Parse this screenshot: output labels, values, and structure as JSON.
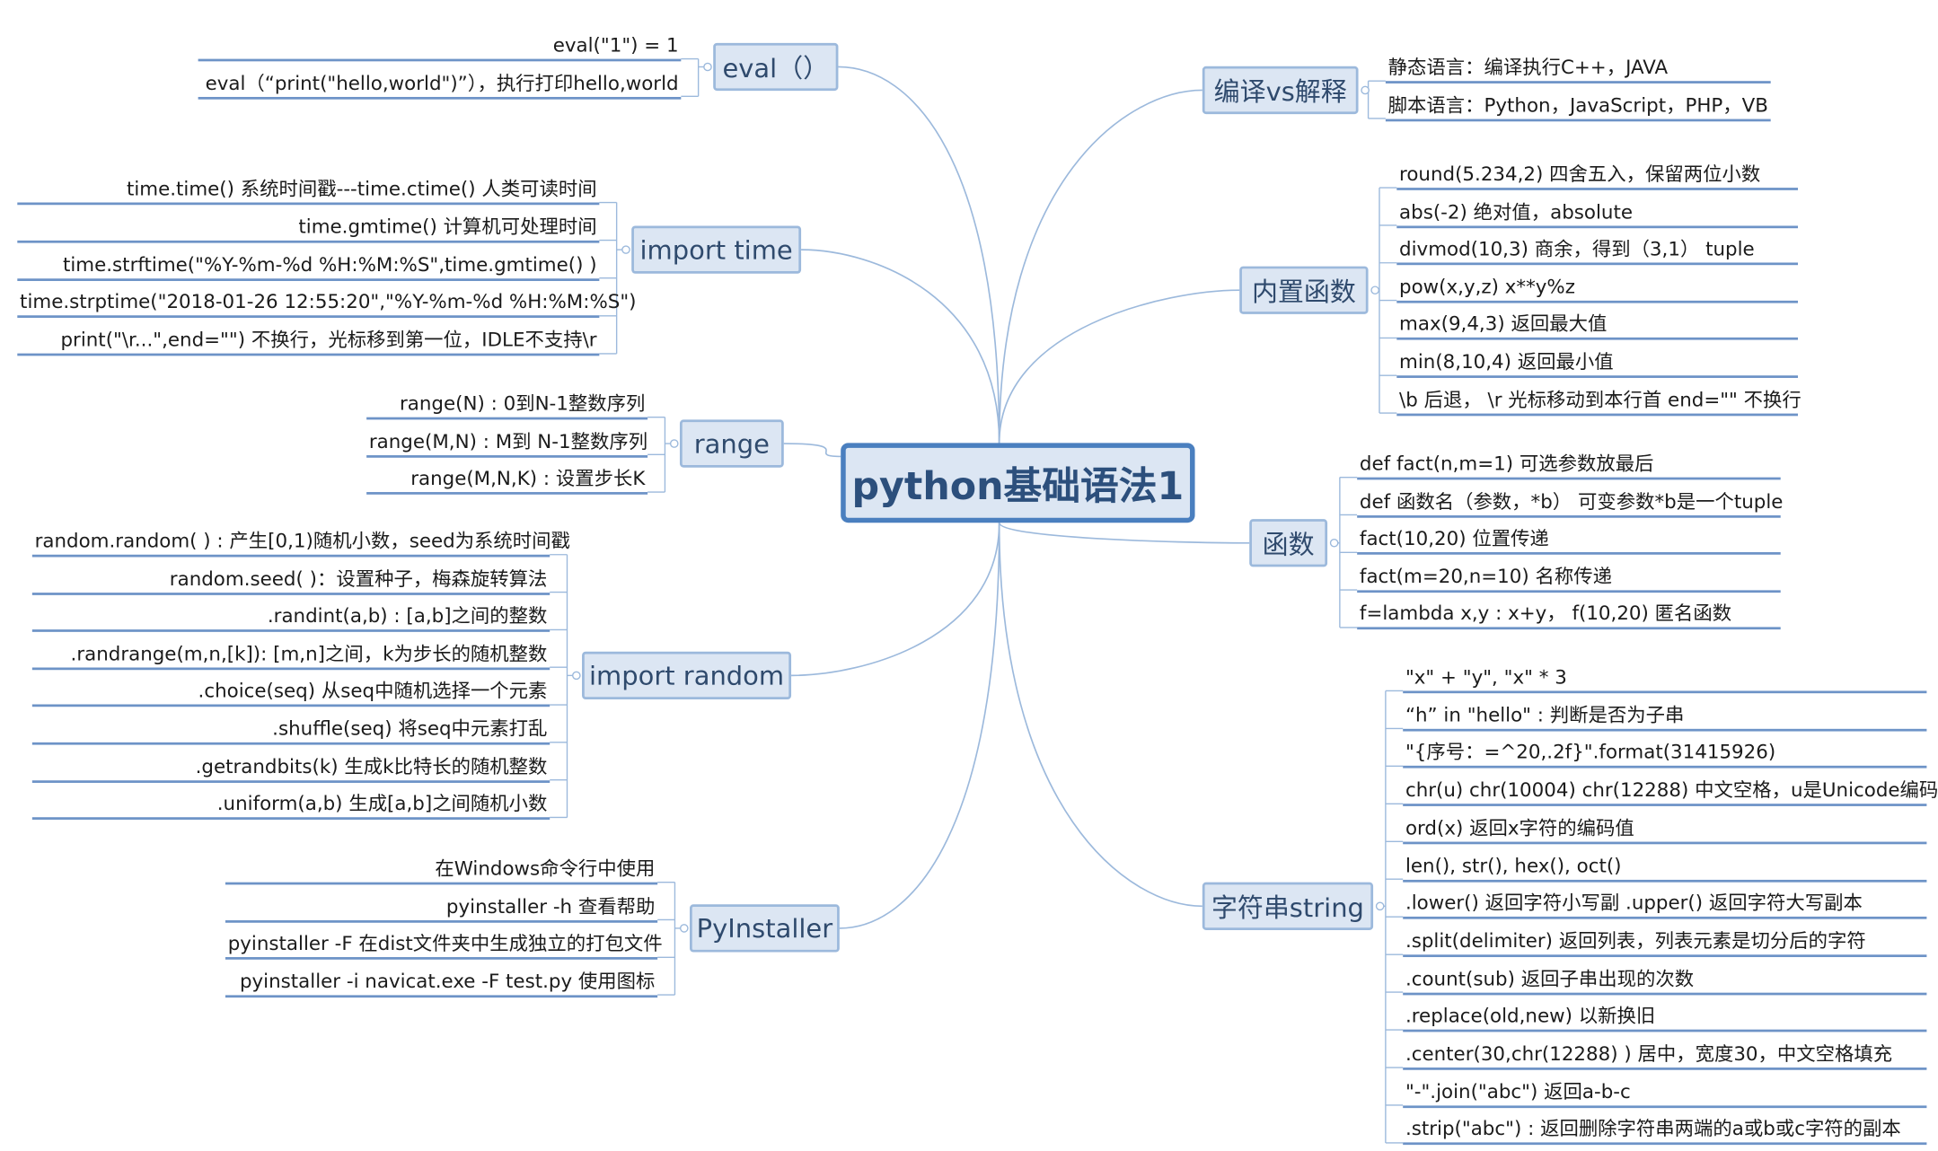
{
  "root": {
    "label": "python基础语法1"
  },
  "branches": {
    "eval": {
      "label": "eval（）",
      "items": [
        "eval(\"1\")  = 1",
        "eval（“print(\"hello,world\")”），执行打印hello,world"
      ]
    },
    "time": {
      "label": "import time",
      "items": [
        "time.time() 系统时间戳---time.ctime() 人类可读时间",
        "time.gmtime() 计算机可处理时间",
        "time.strftime(\"%Y-%m-%d %H:%M:%S\",time.gmtime() )",
        "time.strptime(\"2018-01-26 12:55:20\",\"%Y-%m-%d %H:%M:%S\")",
        "print(\"\\r...\",end=\"\") 不换行，光标移到第一位，IDLE不支持\\r"
      ]
    },
    "range": {
      "label": "range",
      "items": [
        "range(N) : 0到N-1整数序列",
        "range(M,N) : M到 N-1整数序列",
        "range(M,N,K) : 设置步长K"
      ]
    },
    "random": {
      "label": "import random",
      "items": [
        "random.random( ) : 产生[0,1)随机小数，seed为系统时间戳",
        "random.seed( )：设置种子，梅森旋转算法",
        ".randint(a,b) : [a,b]之间的整数",
        ".randrange(m,n,[k]): [m,n]之间，k为步长的随机整数",
        ".choice(seq) 从seq中随机选择一个元素",
        ".shuffle(seq) 将seq中元素打乱",
        ".getrandbits(k) 生成k比特长的随机整数",
        ".uniform(a,b) 生成[a,b]之间随机小数"
      ]
    },
    "pyinstaller": {
      "label": "PyInstaller",
      "items": [
        "在Windows命令行中使用",
        "pyinstaller -h 查看帮助",
        "pyinstaller -F 在dist文件夹中生成独立的打包文件",
        "pyinstaller -i navicat.exe -F test.py 使用图标"
      ]
    },
    "compile": {
      "label": "编译vs解释",
      "items": [
        "静态语言：编译执行C++，JAVA",
        "脚本语言：Python，JavaScript，PHP，VB"
      ]
    },
    "builtin": {
      "label": "内置函数",
      "items": [
        "round(5.234,2) 四舍五入，保留两位小数",
        "abs(-2)  绝对值，absolute",
        "divmod(10,3)  商余，得到（3,1） tuple",
        "pow(x,y,z)  x**y%z",
        "max(9,4,3) 返回最大值",
        "min(8,10,4) 返回最小值",
        "\\b 后退， \\r 光标移动到本行首 end=\"\" 不换行"
      ]
    },
    "func": {
      "label": "函数",
      "items": [
        "def fact(n,m=1) 可选参数放最后",
        "def 函数名（参数，*b） 可变参数*b是一个tuple",
        "fact(10,20) 位置传递",
        "fact(m=20,n=10) 名称传递",
        "f=lambda x,y : x+y， f(10,20)  匿名函数"
      ]
    },
    "string": {
      "label": "字符串string",
      "items": [
        "\"x\" + \"y\", \"x\" * 3",
        " “h” in \"hello\" : 判断是否为子串",
        "\"{序号：=^20,.2f}\".format(31415926)",
        "chr(u)  chr(10004)  chr(12288) 中文空格，u是Unicode编码",
        "ord(x) 返回x字符的编码值",
        "len(), str(), hex(), oct()",
        ".lower() 返回字符小写副  .upper() 返回字符大写副本",
        ".split(delimiter) 返回列表，列表元素是切分后的字符",
        ".count(sub) 返回子串出现的次数",
        ".replace(old,new) 以新换旧",
        ".center(30,chr(12288) ) 居中，宽度30，中文空格填充",
        "\"-\".join(\"abc\") 返回a-b-c",
        ".strip(\"abc\") : 返回删除字符串两端的a或b或c字符的副本"
      ]
    }
  },
  "colors": {
    "line": "#6d93c7",
    "curve": "#9cb9dc",
    "node_fill": "#dce6f3",
    "root_border": "#4a7fbf",
    "text": "#1b1b1b"
  }
}
